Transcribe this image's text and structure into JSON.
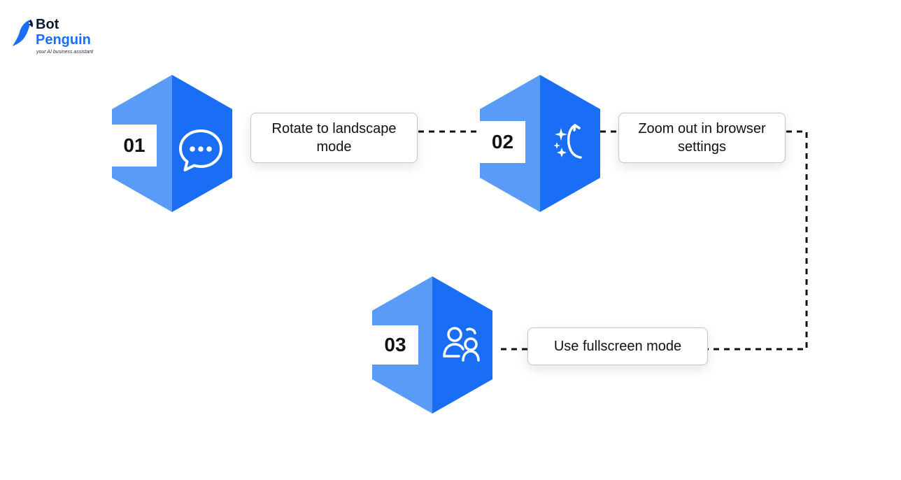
{
  "brand": {
    "name_line1": "Bot",
    "name_line2": "Penguin",
    "tagline": "your AI business assistant",
    "colors": {
      "dark": "#0b1a33",
      "blue": "#1a6ef5"
    }
  },
  "colors": {
    "hex_left": "#5b9bf8",
    "hex_right": "#1a6ef5",
    "connector": "#111111"
  },
  "steps": [
    {
      "number": "01",
      "label": "Rotate to landscape mode",
      "icon": "chat-bubble-icon"
    },
    {
      "number": "02",
      "label": "Zoom out in browser settings",
      "icon": "sparkle-rotate-icon"
    },
    {
      "number": "03",
      "label": "Use fullscreen mode",
      "icon": "users-icon"
    }
  ]
}
